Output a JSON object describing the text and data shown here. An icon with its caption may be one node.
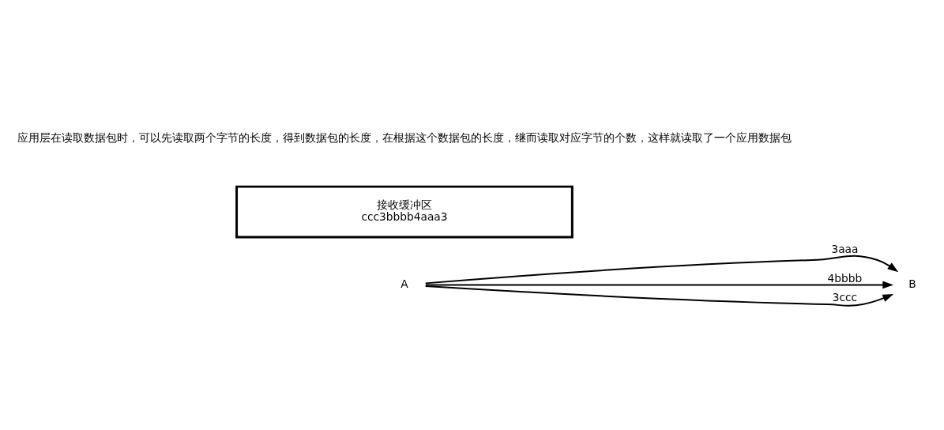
{
  "diagram": {
    "nodes": [
      {
        "text": [
          "A"
        ]
      },
      {
        "text": [
          "B"
        ]
      },
      {
        "text": [
          "接收缓冲区",
          "ccc3bbbb4aaa3"
        ]
      }
    ],
    "edges": [
      {
        "from": 0,
        "to": 1,
        "arrow": "to",
        "label": "3aaa"
      },
      {
        "from": 0,
        "to": 1,
        "arrow": "to",
        "label": "4bbbb"
      },
      {
        "from": 0,
        "to": 1,
        "arrow": "to",
        "label": "3ccc"
      }
    ],
    "labels": [
      "应用层在读取数据包时，可以先读取两个字节的长度，得到数据包的长度，在根据这个数据包的长度，继而读取对应字节的个数，这样就读取了一个应用数据包"
    ]
  }
}
